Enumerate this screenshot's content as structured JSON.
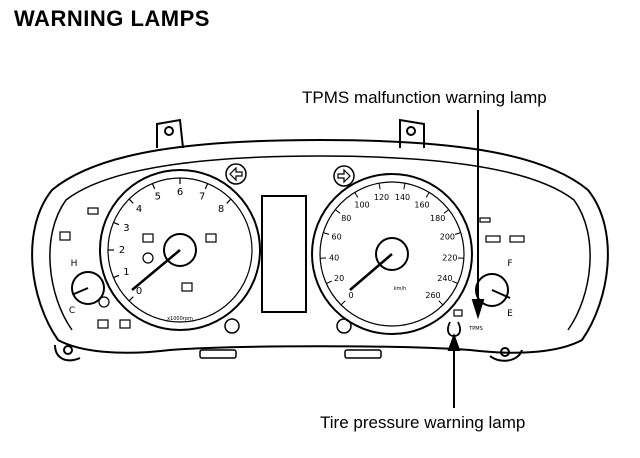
{
  "page": {
    "title": "WARNING LAMPS"
  },
  "callouts": {
    "tpms_malfunction": "TPMS malfunction warning lamp",
    "tire_pressure": "Tire pressure warning lamp"
  },
  "tachometer": {
    "scale": [
      "0",
      "1",
      "2",
      "3",
      "4",
      "5",
      "6",
      "7",
      "8"
    ],
    "unit_label": "x1000rpm"
  },
  "speedometer": {
    "scale": [
      "0",
      "20",
      "40",
      "60",
      "80",
      "100",
      "120",
      "140",
      "160",
      "180",
      "200",
      "220",
      "240",
      "260"
    ],
    "unit_label": "km/h"
  },
  "temp_gauge": {
    "high": "H",
    "low": "C"
  },
  "fuel_gauge": {
    "full": "F",
    "empty": "E"
  },
  "tpms_label": "TPMS"
}
